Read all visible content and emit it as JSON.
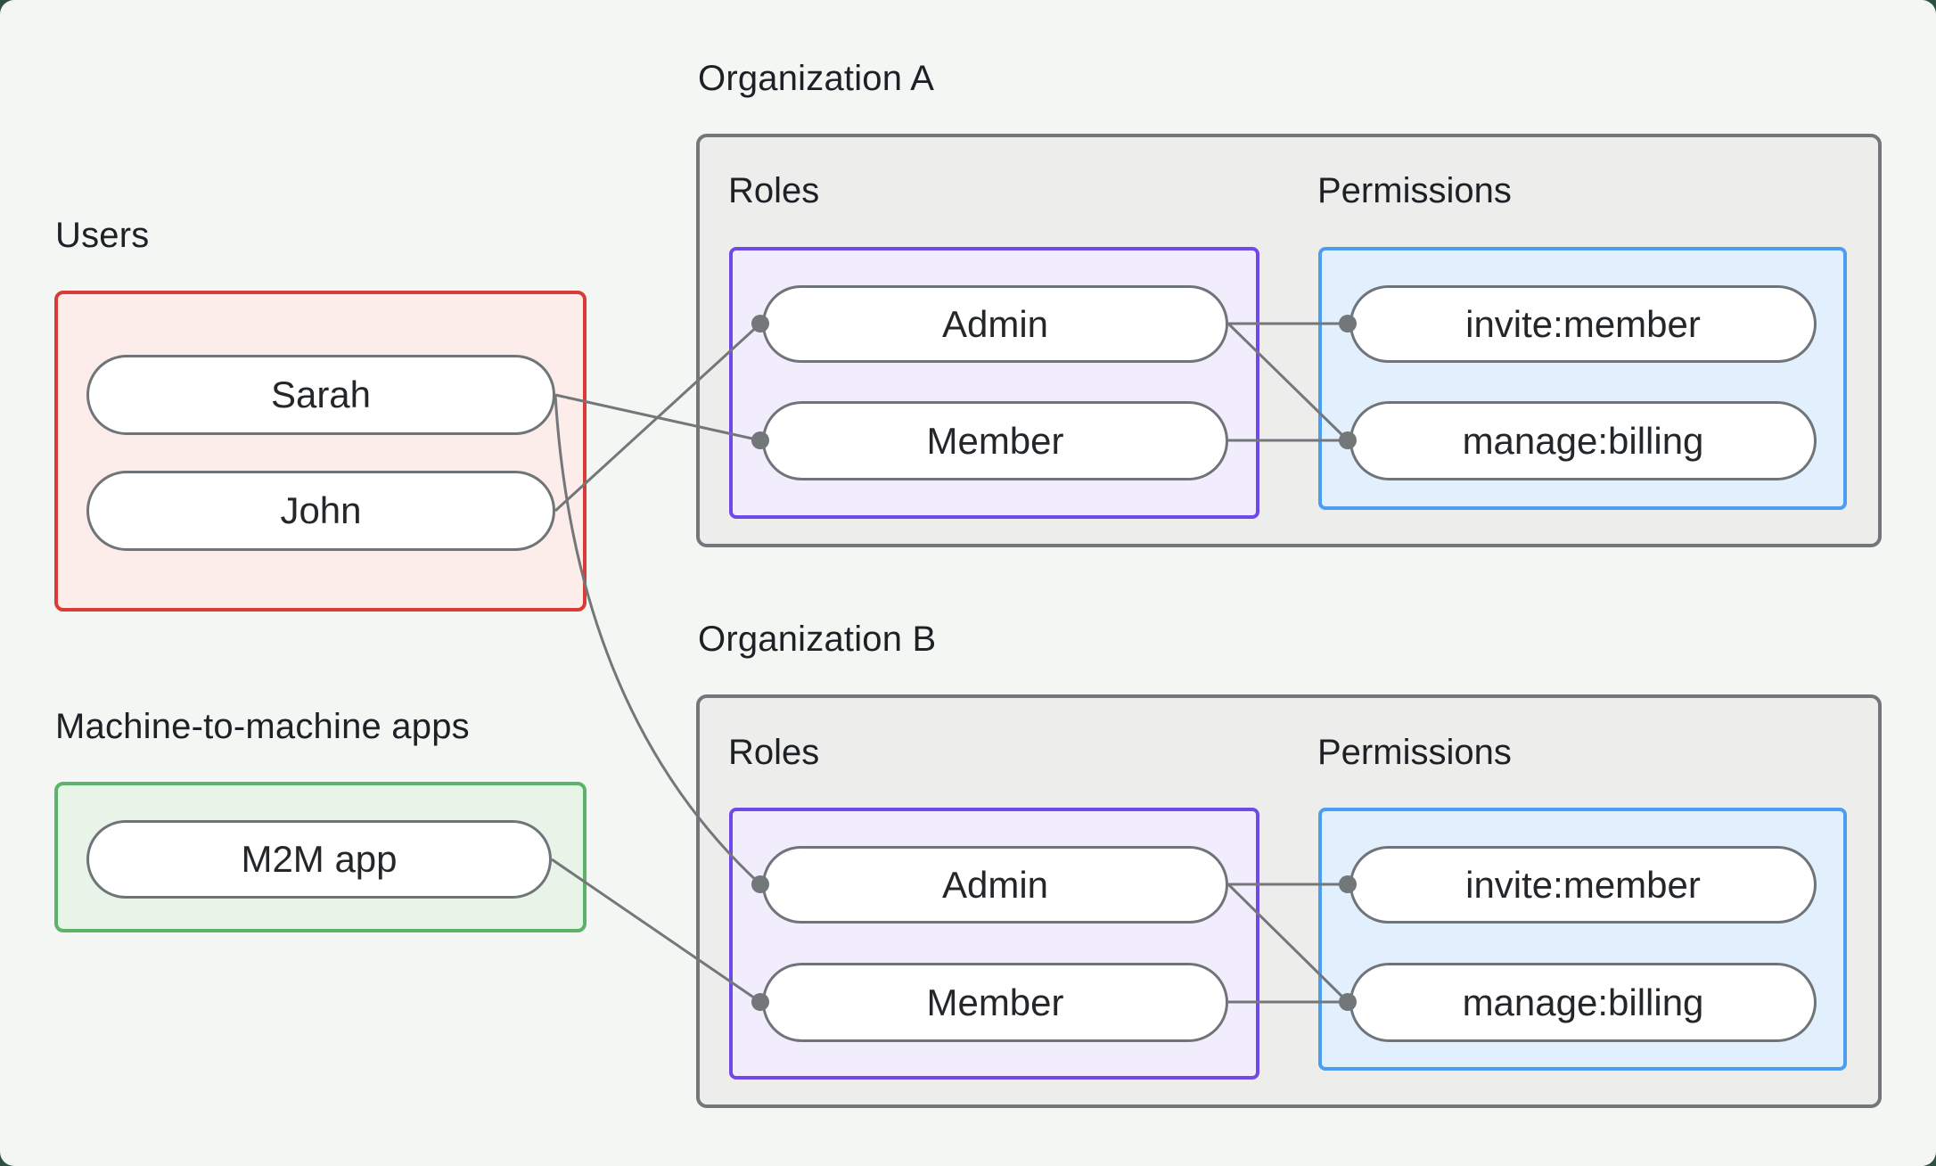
{
  "users_section": {
    "label": "Users",
    "items": [
      "Sarah",
      "John"
    ]
  },
  "m2m_section": {
    "label": "Machine-to-machine apps",
    "items": [
      "M2M app"
    ]
  },
  "organizations": [
    {
      "label": "Organization A",
      "roles_label": "Roles",
      "permissions_label": "Permissions",
      "roles": [
        "Admin",
        "Member"
      ],
      "permissions": [
        "invite:member",
        "manage:billing"
      ]
    },
    {
      "label": "Organization B",
      "roles_label": "Roles",
      "permissions_label": "Permissions",
      "roles": [
        "Admin",
        "Member"
      ],
      "permissions": [
        "invite:member",
        "manage:billing"
      ]
    }
  ],
  "edges": [
    {
      "from": "Sarah",
      "to": "Organization A / Member"
    },
    {
      "from": "John",
      "to": "Organization A / Admin"
    },
    {
      "from": "Sarah",
      "to": "Organization B / Admin"
    },
    {
      "from": "M2M app",
      "to": "Organization B / Member"
    },
    {
      "from": "Organization A / Admin",
      "to": "invite:member"
    },
    {
      "from": "Organization A / Admin",
      "to": "manage:billing"
    },
    {
      "from": "Organization A / Member",
      "to": "manage:billing"
    },
    {
      "from": "Organization B / Admin",
      "to": "invite:member"
    },
    {
      "from": "Organization B / Admin",
      "to": "manage:billing"
    },
    {
      "from": "Organization B / Member",
      "to": "manage:billing"
    }
  ],
  "colors": {
    "page_background": "#f4f6f4",
    "outer_background": "#30503f",
    "users_border": "#d93b36",
    "users_fill": "#fcecea",
    "m2m_border": "#5bb268",
    "m2m_fill": "#e9f4e8",
    "org_border": "#73777a",
    "org_fill": "#ededec",
    "roles_border": "#7149e9",
    "roles_fill": "#f2edfd",
    "permissions_border": "#4c9cf2",
    "permissions_fill": "#e2effd",
    "wire": "#73777a",
    "text": "#1d2125"
  }
}
